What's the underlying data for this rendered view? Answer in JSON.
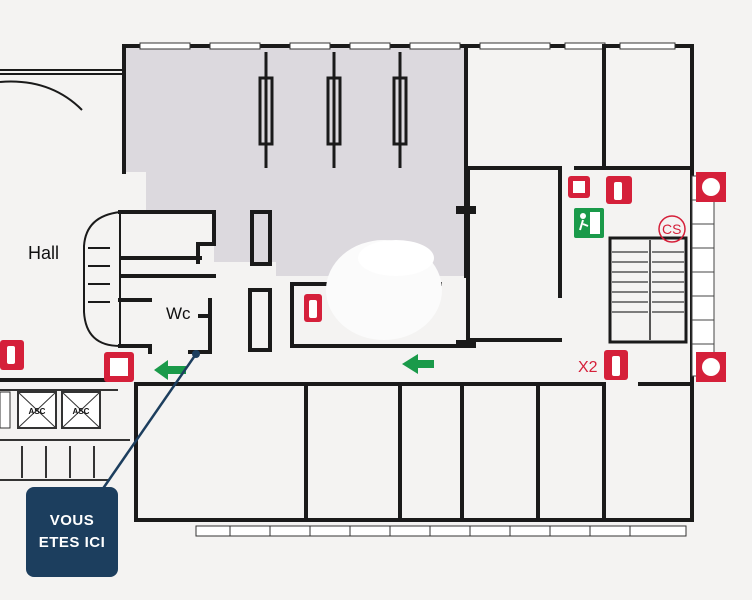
{
  "labels": {
    "hall": "Hall",
    "wc": "Wc",
    "stair_code": "CS",
    "extinguisher_count": "X2",
    "elevator_1": "ASC",
    "elevator_2": "ASC"
  },
  "you_are_here": {
    "line1": "VOUS",
    "line2": "ETES ICI"
  },
  "colors": {
    "safety_red": "#d5203a",
    "exit_green": "#1a9a4a",
    "you_are_here_bg": "#1c3e5e",
    "shaded_room": "#dcd9de"
  },
  "icons": [
    "fire-alarm-icon",
    "fire-extinguisher-icon",
    "emergency-exit-icon",
    "exit-arrow-icon",
    "smoke-vent-icon"
  ]
}
